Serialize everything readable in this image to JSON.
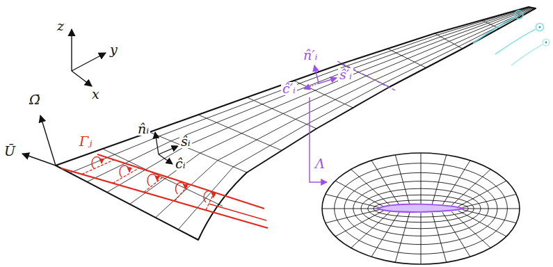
{
  "diagram": {
    "labels": [
      "z",
      "y",
      "x",
      "Ω̄",
      "Ū",
      "Γⱼ",
      "n̂ᵢ",
      "ŝᵢ",
      "ĉᵢ",
      "n̂′ᵢ",
      "ŝ′ᵢ",
      "ĉ′ᵢ",
      "Λ"
    ]
  }
}
